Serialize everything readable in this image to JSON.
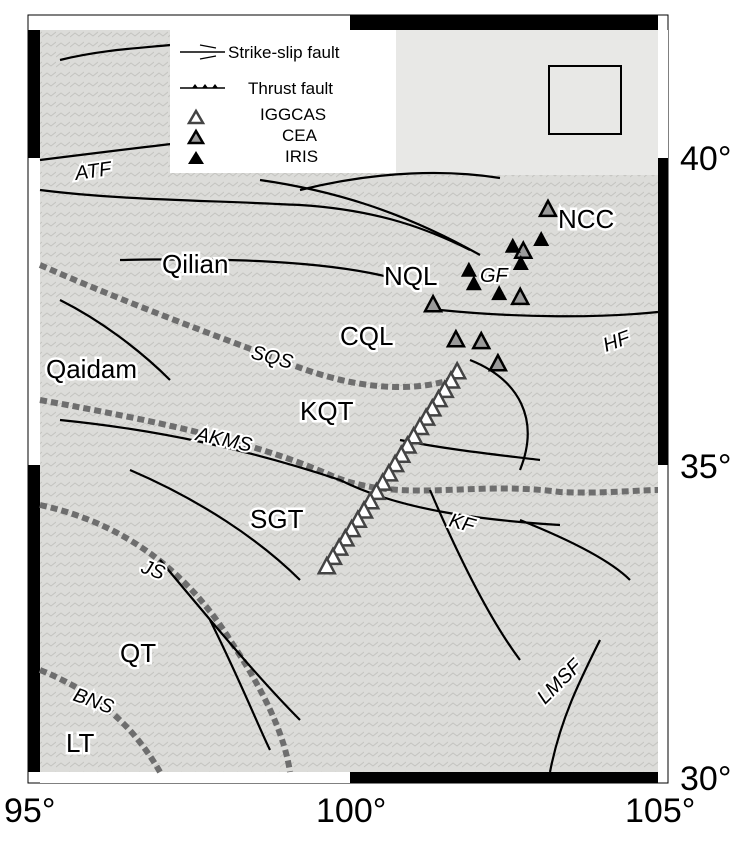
{
  "legend": {
    "strike_slip": "Strike-slip fault",
    "thrust": "Thrust fault",
    "iggcas": "IGGCAS",
    "cea": "CEA",
    "iris": "IRIS"
  },
  "axes": {
    "lon_ticks": [
      "95°",
      "100°",
      "105°"
    ],
    "lat_ticks": [
      "30°",
      "35°",
      "40°"
    ],
    "lon_range": [
      95,
      105
    ],
    "lat_range": [
      30,
      42.2
    ]
  },
  "regions": {
    "ncc": "NCC",
    "qilian": "Qilian",
    "nql": "NQL",
    "cql": "CQL",
    "qaidam": "Qaidam",
    "kqt": "KQT",
    "sgt": "SGT",
    "qt": "QT",
    "lt": "LT"
  },
  "faults": {
    "atf": "ATF",
    "gf": "GF",
    "hf": "HF",
    "sqs": "SQS",
    "akms": "AKMS",
    "kf": "KF",
    "js": "JS",
    "bns": "BNS",
    "lmsf": "LMSF"
  },
  "colors": {
    "iggcas": "#ffffff",
    "cea": "#9a9a9a",
    "iris": "#000000",
    "terrain": "#d9d9d6",
    "suture": "#6e6e6e"
  },
  "stations": {
    "profile": {
      "start": [
        101.75,
        36.5
      ],
      "end": [
        99.64,
        33.33
      ],
      "count": 22
    },
    "cea": [
      [
        101.36,
        37.59
      ],
      [
        101.73,
        37.02
      ],
      [
        102.14,
        36.99
      ],
      [
        102.41,
        36.63
      ],
      [
        103.22,
        39.14
      ],
      [
        102.77,
        37.71
      ],
      [
        102.82,
        38.46
      ]
    ],
    "iris": [
      [
        101.94,
        38.15
      ],
      [
        102.02,
        37.93
      ],
      [
        102.65,
        38.54
      ],
      [
        102.78,
        38.26
      ],
      [
        102.43,
        37.77
      ],
      [
        103.11,
        38.65
      ]
    ]
  }
}
